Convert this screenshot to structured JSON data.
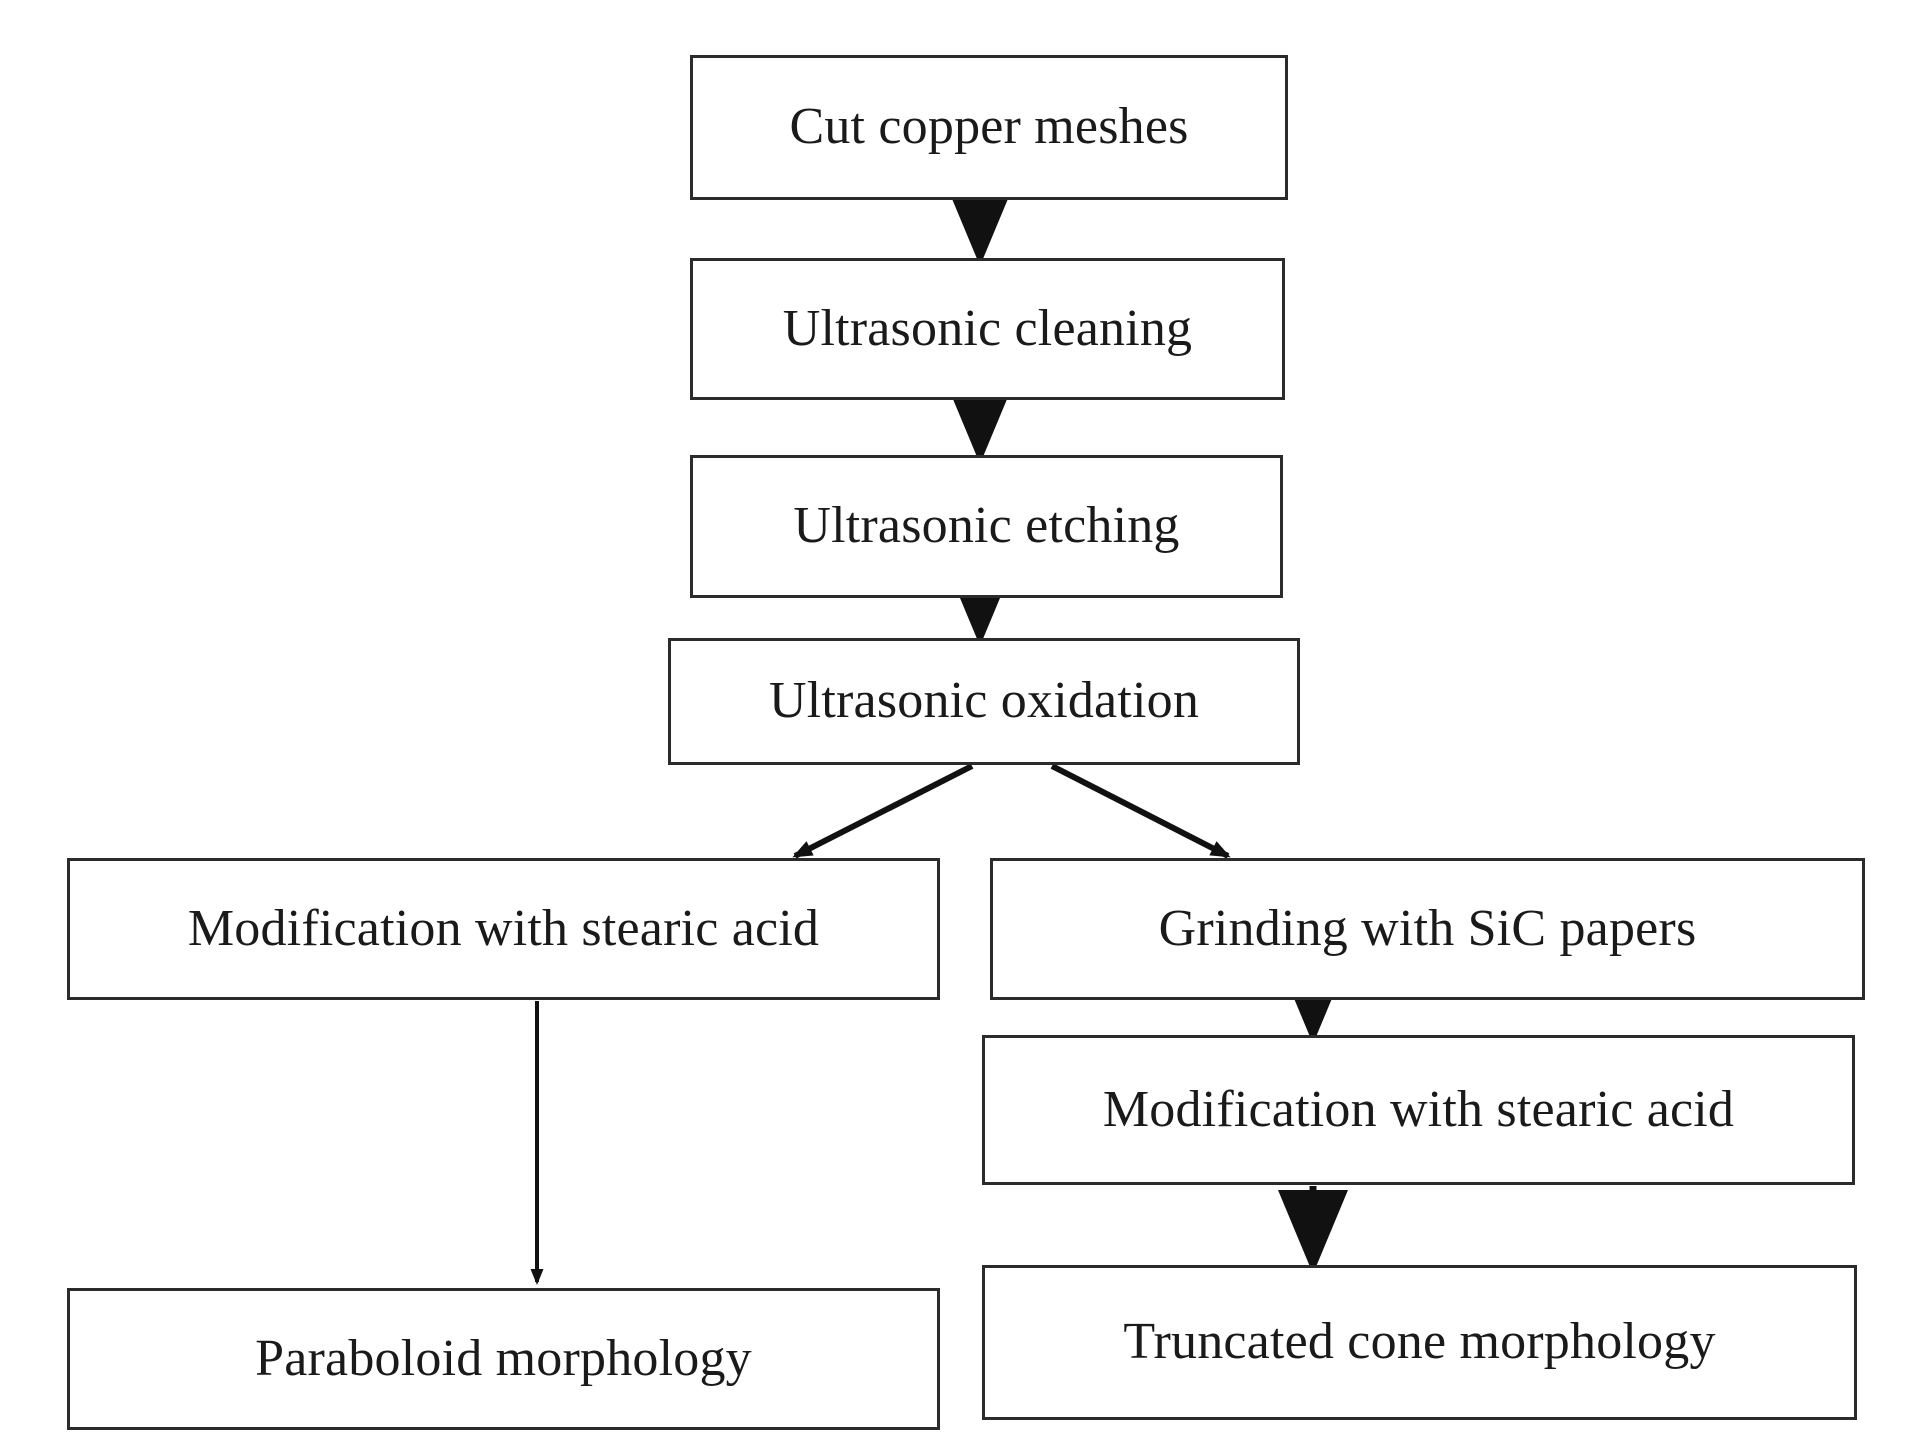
{
  "diagram": {
    "type": "flowchart",
    "orientation": "top-to-bottom",
    "background_color": "#ffffff",
    "box_border_color": "#2b2b2b",
    "text_color": "#1a1a1a",
    "arrow_color": "#111111",
    "nodes": [
      {
        "id": "cut",
        "label": "Cut copper meshes"
      },
      {
        "id": "clean",
        "label": "Ultrasonic cleaning"
      },
      {
        "id": "etch",
        "label": "Ultrasonic etching"
      },
      {
        "id": "oxid",
        "label": "Ultrasonic oxidation"
      },
      {
        "id": "mod_left",
        "label": "Modification with stearic acid"
      },
      {
        "id": "grind",
        "label": "Grinding with SiC papers"
      },
      {
        "id": "mod_right",
        "label": "Modification with stearic acid"
      },
      {
        "id": "paraboloid",
        "label": "Paraboloid morphology"
      },
      {
        "id": "truncated",
        "label": "Truncated cone morphology"
      }
    ],
    "edges": [
      {
        "from": "cut",
        "to": "clean",
        "style": "straight-down"
      },
      {
        "from": "clean",
        "to": "etch",
        "style": "straight-down"
      },
      {
        "from": "etch",
        "to": "oxid",
        "style": "straight-down"
      },
      {
        "from": "oxid",
        "to": "mod_left",
        "style": "diagonal-left"
      },
      {
        "from": "oxid",
        "to": "grind",
        "style": "diagonal-right"
      },
      {
        "from": "mod_left",
        "to": "paraboloid",
        "style": "straight-down-long"
      },
      {
        "from": "grind",
        "to": "mod_right",
        "style": "straight-down"
      },
      {
        "from": "mod_right",
        "to": "truncated",
        "style": "straight-down"
      }
    ]
  }
}
